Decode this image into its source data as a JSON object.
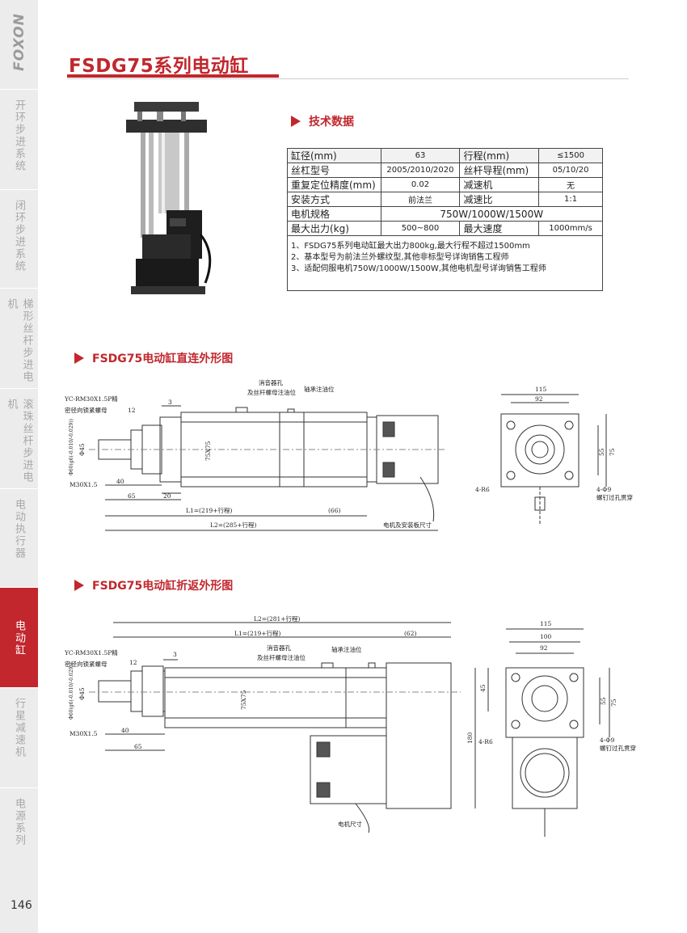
{
  "brand": "FOXON",
  "page_number": "146",
  "title": "FSDG75系列电动缸",
  "sidebar": {
    "items": [
      {
        "label": "开环步进系统",
        "active": false
      },
      {
        "label": "闭环步进系统",
        "active": false
      },
      {
        "label": "梯形丝杆步进电机",
        "active": false
      },
      {
        "label": "滚珠丝杆步进电机",
        "active": false
      },
      {
        "label": "电动执行器",
        "active": false
      },
      {
        "label": "电动缸",
        "active": true
      },
      {
        "label": "行星减速机",
        "active": false
      },
      {
        "label": "电源系列",
        "active": false
      }
    ]
  },
  "tech": {
    "heading": "技术数据",
    "rows": [
      {
        "l1": "缸径(mm)",
        "v1": "63",
        "l2": "行程(mm)",
        "v2": "≤1500"
      },
      {
        "l1": "丝杠型号",
        "v1": "2005/2010/2020",
        "l2": "丝杆导程(mm)",
        "v2": "05/10/20"
      },
      {
        "l1": "重复定位精度(mm)",
        "v1": "0.02",
        "l2": "减速机",
        "v2": "无"
      },
      {
        "l1": "安装方式",
        "v1": "前法兰",
        "l2": "减速比",
        "v2": "1:1"
      }
    ],
    "motor_label": "电机规格",
    "motor_value": "750W/1000W/1500W",
    "force_label": "最大出力(kg)",
    "force_value": "500~800",
    "speed_label": "最大速度",
    "speed_value": "1000mm/s",
    "notes": [
      "1、FSDG75系列电动缸最大出力800kg,最大行程不超过1500mm",
      "2、基本型号为前法兰外螺纹型,其他非标型号详询销售工程师",
      "3、适配伺服电机750W/1000W/1500W,其他电机型号详询销售工程师"
    ]
  },
  "drawing1": {
    "heading": "FSDG75电动缸直连外形图",
    "labels": {
      "nut": "YC-RM30X1.5P精",
      "nut2": "密径向锁紧螺母",
      "muffler": "消音器孔",
      "muffler2": "及丝杆螺母注油位",
      "bearing_oil": "轴承注油位",
      "dim3": "3",
      "dim12": "12",
      "dim40": "40",
      "dim65": "65",
      "dim20": "20",
      "thread": "M30X1.5",
      "phi45": "Φ45",
      "phi60": "Φ60(g6(-0.010/-0.029))",
      "sq": "75X75",
      "l1": "L1=(219+行程)",
      "l2": "L2=(285+行程)",
      "d66": "(66)",
      "motor_size": "电机及安装板尺寸",
      "w115": "115",
      "w92": "92",
      "h55": "55",
      "h75": "75",
      "r6": "4-R6",
      "holes": "4-Φ9",
      "holes2": "螺钉过孔贯穿"
    }
  },
  "drawing2": {
    "heading": "FSDG75电动缸折返外形图",
    "labels": {
      "nut": "YC-RM30X1.5P精",
      "nut2": "密径向锁紧螺母",
      "muffler": "消音器孔",
      "muffler2": "及丝杆螺母注油位",
      "bearing_oil": "轴承注油位",
      "dim3": "3",
      "dim12": "12",
      "dim40": "40",
      "dim65": "65",
      "thread": "M30X1.5",
      "phi45": "Φ45",
      "phi60": "Φ60(g6(-0.010/-0.029))",
      "sq": "75X75",
      "l1": "L1=(219+行程)",
      "l2": "L2=(281+行程)",
      "d62": "(62)",
      "motor_size": "电机尺寸",
      "w115": "115",
      "w100": "100",
      "w92": "92",
      "h45": "45",
      "h55": "55",
      "h75": "75",
      "h180": "180",
      "r6": "4-R6",
      "holes": "4-Φ9",
      "holes2": "螺钉过孔贯穿"
    }
  },
  "colors": {
    "accent": "#c1272d",
    "sidebar_bg": "#ececec",
    "sidebar_text": "#a8a8a8"
  }
}
